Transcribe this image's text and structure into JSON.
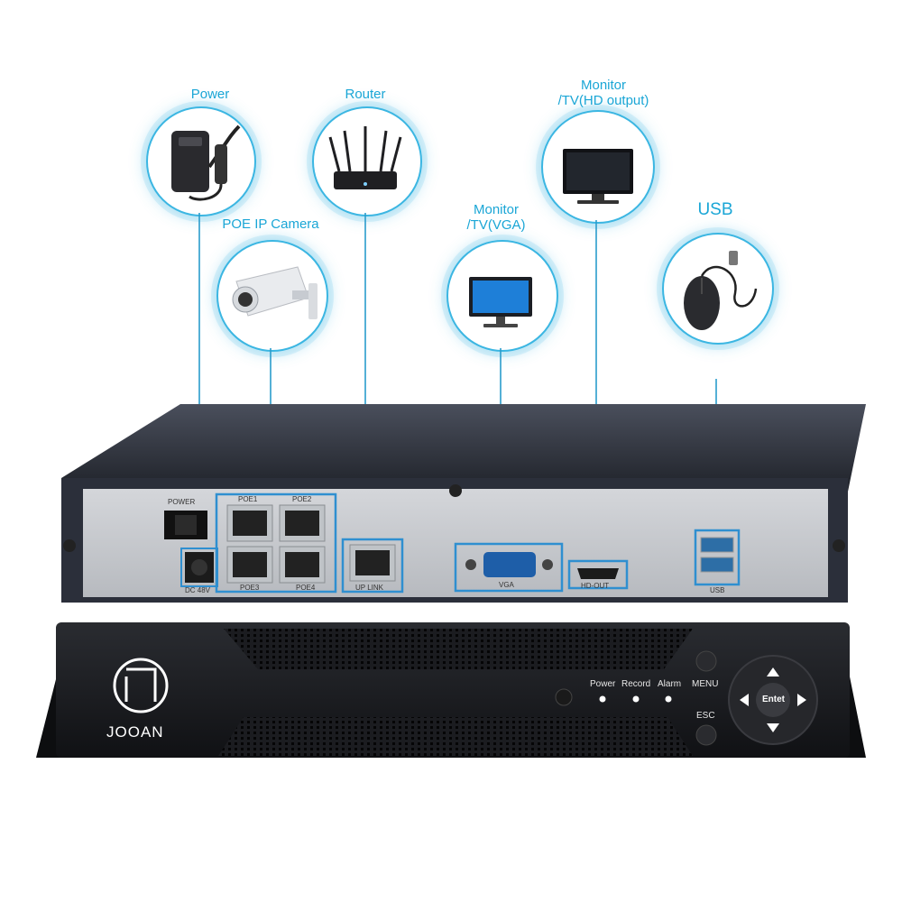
{
  "devices": {
    "power": "Power",
    "router": "Router",
    "poe_camera": "POE IP Camera",
    "monitor_vga": "Monitor\n/TV(VGA)",
    "monitor_hd_line1": "Monitor",
    "monitor_hd_line2": "/TV(HD output)",
    "monitor_vga_line1": "Monitor",
    "monitor_vga_line2": "/TV(VGA)",
    "usb": "USB"
  },
  "rear_panel": {
    "power_switch": "POWER",
    "dc_in": "DC 48V",
    "poe1": "POE1",
    "poe2": "POE2",
    "poe3": "POE3",
    "poe4": "POE4",
    "uplink": "UP LINK",
    "vga": "VGA",
    "hdout": "HD-OUT",
    "usb": "USB"
  },
  "front_panel": {
    "brand": "JOOAN",
    "led_power": "Power",
    "led_record": "Record",
    "led_alarm": "Alarm",
    "menu": "MENU",
    "esc": "ESC",
    "enter": "Entet"
  },
  "colors": {
    "accent": "#1aa6d6",
    "highlight_box": "#2f8fd0",
    "chassis": "#2b2f3a",
    "panel": "#c9ccd1"
  }
}
